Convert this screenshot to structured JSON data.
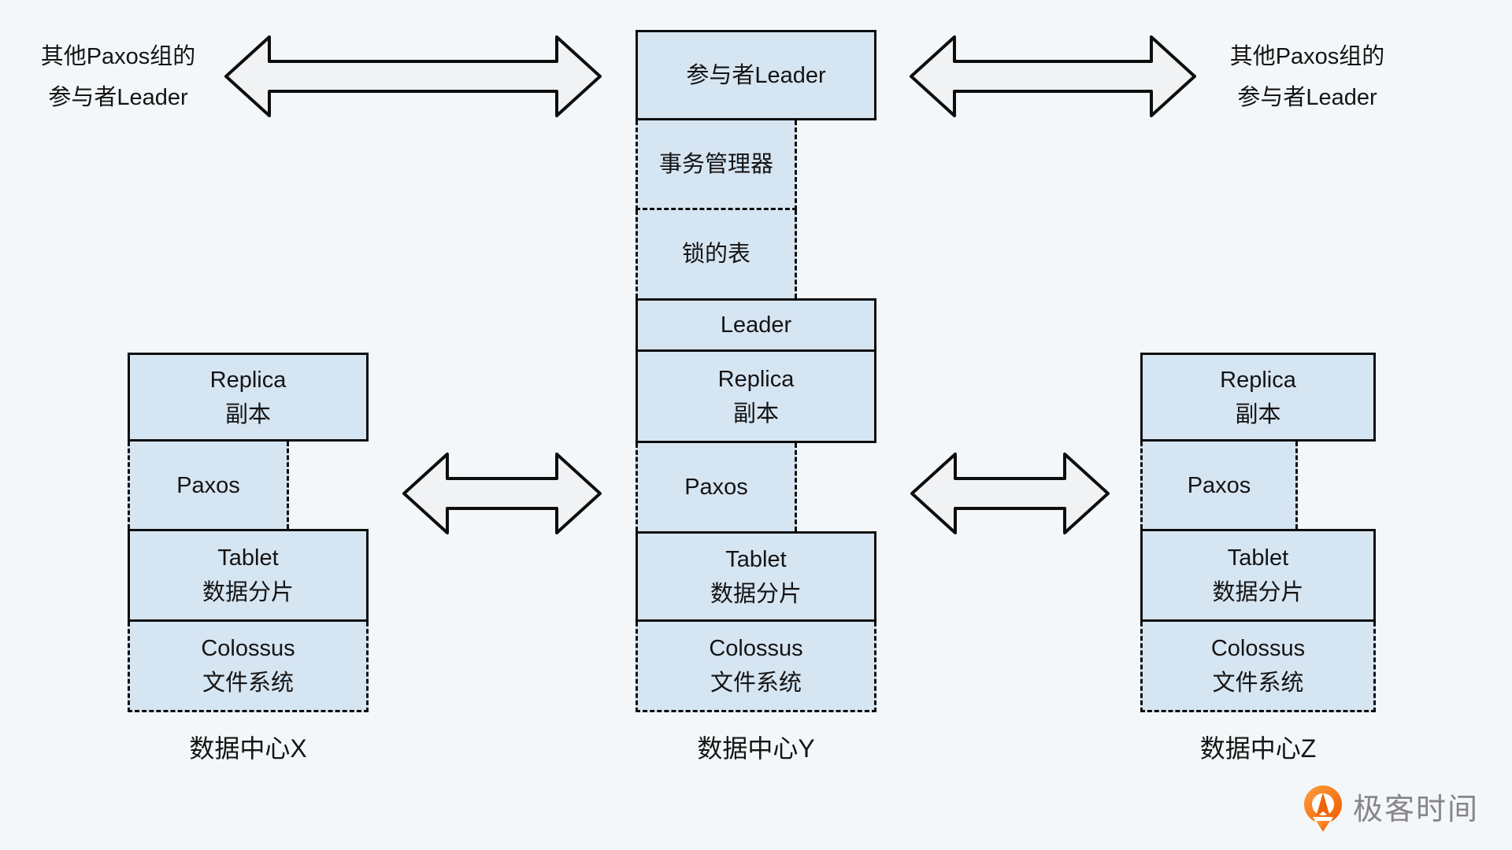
{
  "colors": {
    "background": "#f3f7f9",
    "box_fill": "#d6e5f2",
    "box_border": "#0d0d0d",
    "arrow_fill": "#f1f2f4",
    "arrow_stroke": "#0d0d0d",
    "text": "#141414",
    "logo_orange": "#f06a10",
    "logo_text": "#87858a"
  },
  "side_labels": {
    "top_left": {
      "line1": "其他Paxos组的",
      "line2": "参与者Leader"
    },
    "top_right": {
      "line1": "其他Paxos组的",
      "line2": "参与者Leader"
    }
  },
  "center": {
    "participant_leader": "参与者Leader",
    "transaction_manager": "事务管理器",
    "lock_table": "锁的表",
    "leader": "Leader",
    "replica": {
      "line1": "Replica",
      "line2": "副本"
    },
    "paxos": "Paxos",
    "tablet": {
      "line1": "Tablet",
      "line2": "数据分片"
    },
    "colossus": {
      "line1": "Colossus",
      "line2": "文件系统"
    },
    "datacenter": "数据中心Y"
  },
  "left": {
    "replica": {
      "line1": "Replica",
      "line2": "副本"
    },
    "paxos": "Paxos",
    "tablet": {
      "line1": "Tablet",
      "line2": "数据分片"
    },
    "colossus": {
      "line1": "Colossus",
      "line2": "文件系统"
    },
    "datacenter": "数据中心X"
  },
  "right": {
    "replica": {
      "line1": "Replica",
      "line2": "副本"
    },
    "paxos": "Paxos",
    "tablet": {
      "line1": "Tablet",
      "line2": "数据分片"
    },
    "colossus": {
      "line1": "Colossus",
      "line2": "文件系统"
    },
    "datacenter": "数据中心Z"
  },
  "logo": {
    "text": "极客时间"
  }
}
